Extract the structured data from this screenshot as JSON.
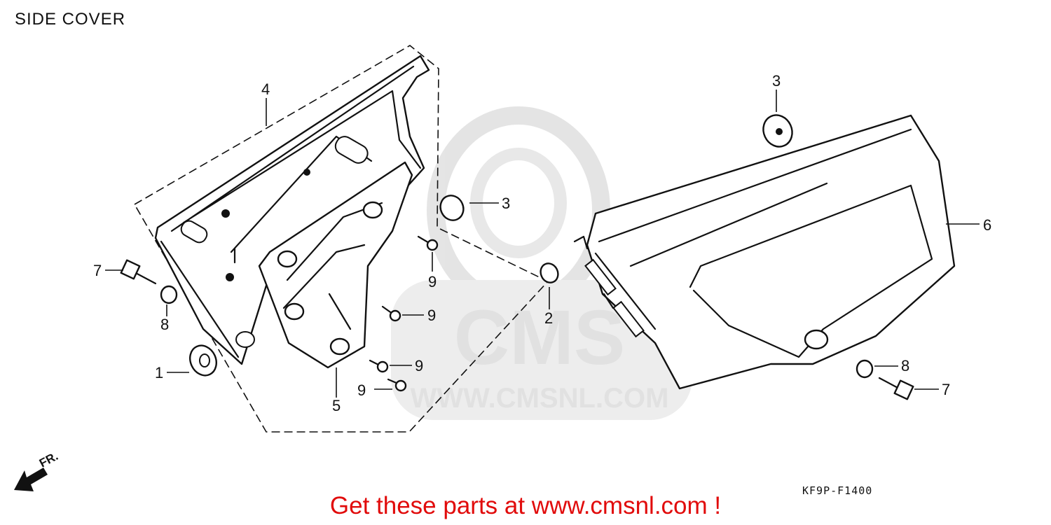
{
  "title": "SIDE COVER",
  "diagram_code": "KF9P-F1400",
  "footer": "Get these parts at www.cmsnl.com !",
  "watermark": {
    "logo": "CMS",
    "url": "WWW.CMSNL.COM"
  },
  "direction": "FR.",
  "callouts": {
    "c1": "1",
    "c2": "2",
    "c3a": "3",
    "c3b": "3",
    "c4": "4",
    "c5": "5",
    "c6": "6",
    "c7a": "7",
    "c7b": "7",
    "c8a": "8",
    "c8b": "8",
    "c9a": "9",
    "c9b": "9",
    "c9c": "9",
    "c9d": "9"
  },
  "colors": {
    "footer": "#e10b0b",
    "line": "#111111",
    "watermark": "#dedede"
  }
}
